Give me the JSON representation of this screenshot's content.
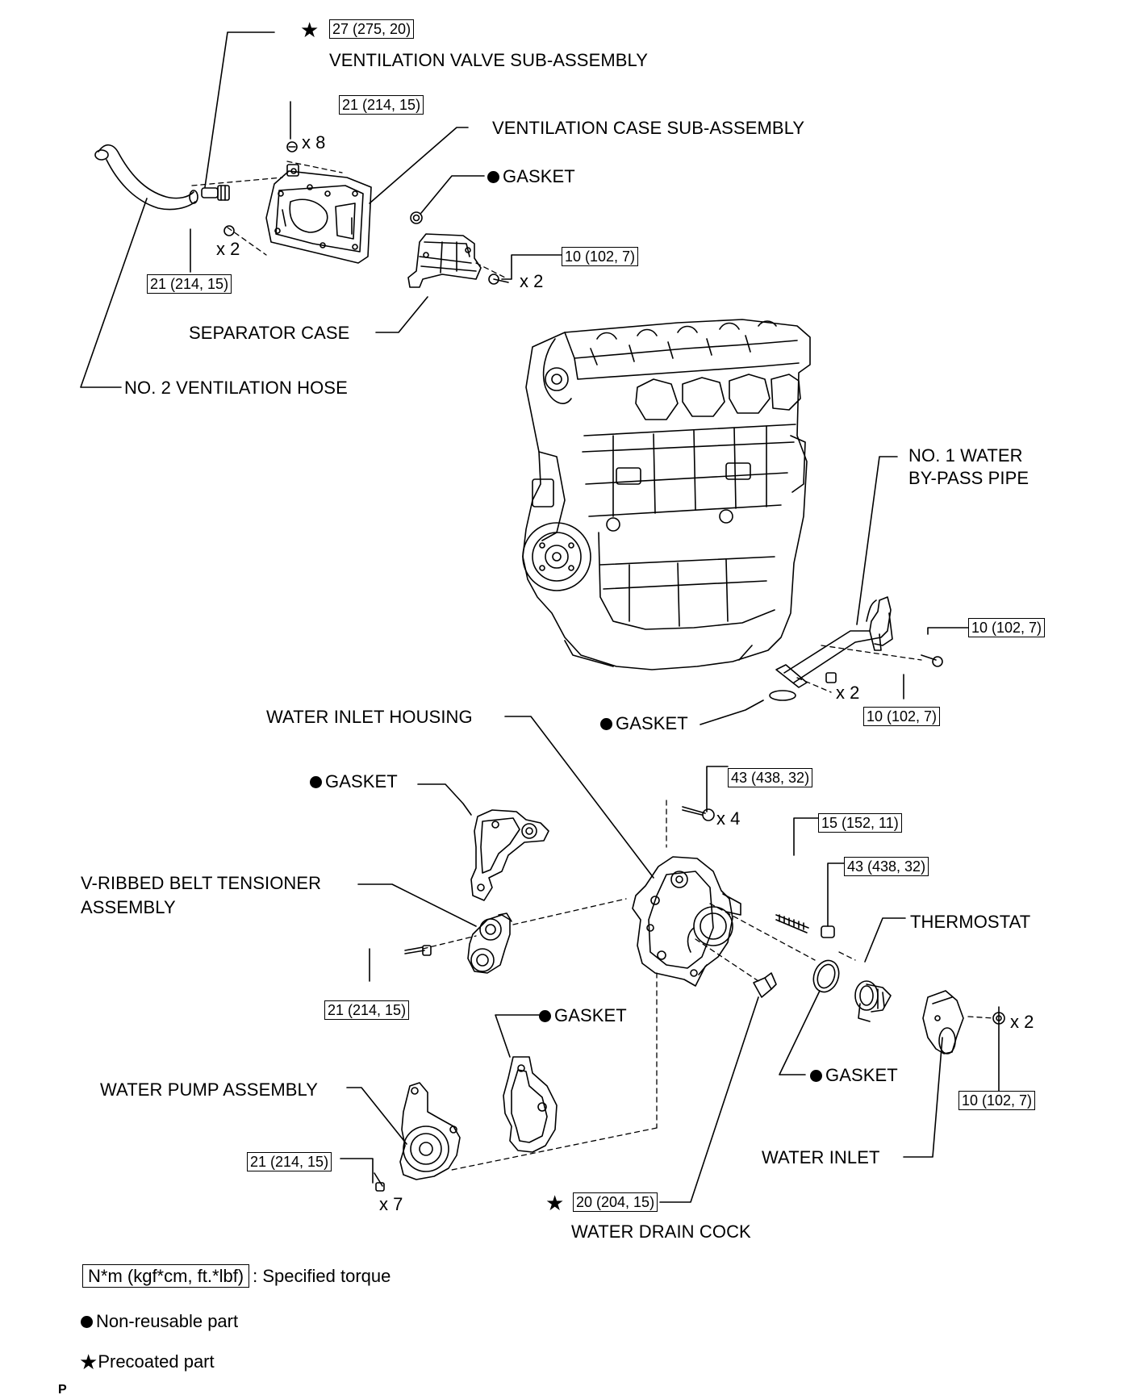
{
  "labels": {
    "ventilation_valve": "VENTILATION VALVE SUB-ASSEMBLY",
    "ventilation_case": "VENTILATION CASE SUB-ASSEMBLY",
    "gasket_top": "GASKET",
    "separator_case": "SEPARATOR CASE",
    "no2_hose": "NO. 2 VENTILATION HOSE",
    "no1_pipe_line1": "NO. 1 WATER",
    "no1_pipe_line2": "BY-PASS PIPE",
    "gasket_pipe": "GASKET",
    "water_inlet_housing": "WATER INLET HOUSING",
    "gasket_housing": "GASKET",
    "tensioner_line1": "V-RIBBED BELT TENSIONER",
    "tensioner_line2": "ASSEMBLY",
    "thermostat": "THERMOSTAT",
    "gasket_pump": "GASKET",
    "gasket_thermostat": "GASKET",
    "water_pump": "WATER PUMP ASSEMBLY",
    "water_inlet": "WATER INLET",
    "water_drain_cock": "WATER DRAIN COCK"
  },
  "torques": {
    "valve": "27 (275, 20)",
    "case_top": "21 (214, 15)",
    "case_left": "21 (214, 15)",
    "separator": "10 (102, 7)",
    "pipe_upper": "10 (102, 7)",
    "pipe_lower": "10 (102, 7)",
    "housing_top": "43 (438, 32)",
    "stud": "15 (152, 11)",
    "nut": "43 (438, 32)",
    "tensioner": "21 (214, 15)",
    "inlet": "10 (102, 7)",
    "pump": "21 (214, 15)",
    "drain": "20 (204, 15)"
  },
  "quantities": {
    "case_bolts": "x 8",
    "case_left": "x 2",
    "separator": "x 2",
    "pipe": "x 2",
    "housing": "x 4",
    "inlet": "x 2",
    "pump": "x 7"
  },
  "legend": {
    "torque_box": "N*m (kgf*cm, ft.*lbf)",
    "torque_text": ": Specified torque",
    "nonreusable": "Non-reusable part",
    "precoated": "Precoated part"
  },
  "symbols": {
    "nonreusable": "●",
    "precoated": "★"
  },
  "code": "P"
}
